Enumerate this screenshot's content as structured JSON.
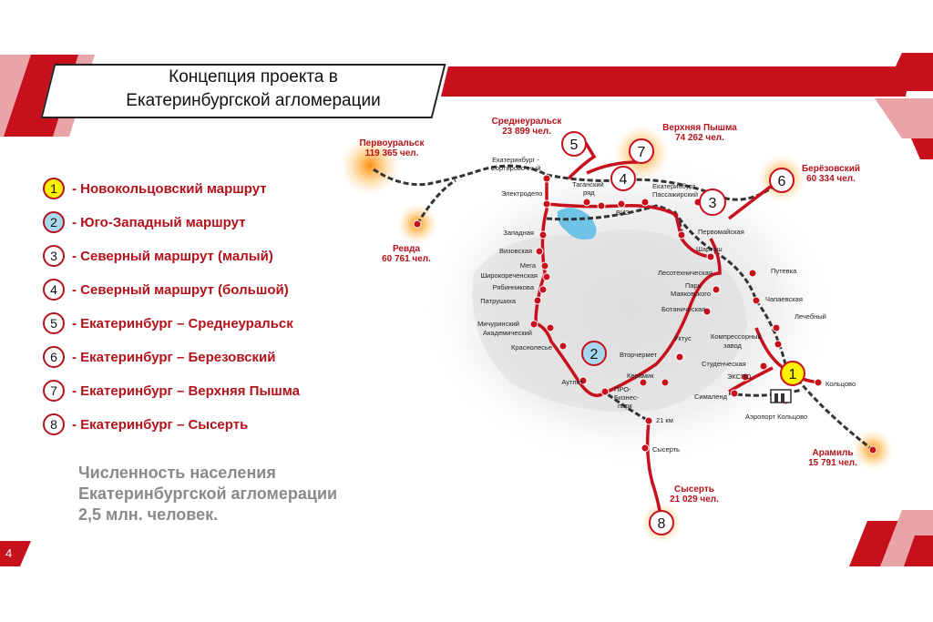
{
  "title": {
    "line1": "Концепция проекта в",
    "line2": "Екатеринбургской агломерации"
  },
  "colors": {
    "brand_red": "#c8101d",
    "label_red": "#b3121b",
    "route_dark": "#333333",
    "glow": "#ff9a1f",
    "yellow_badge": "#fff200",
    "blue_badge": "#a7d8f0"
  },
  "legend": [
    {
      "num": "1",
      "label": "- Новокольцовский маршрут",
      "badge_color": "#fff200"
    },
    {
      "num": "2",
      "label": "- Юго-Западный маршрут",
      "badge_color": "#a7d8f0"
    },
    {
      "num": "3",
      "label": "- Северный маршрут (малый)",
      "badge_color": "#ffffff"
    },
    {
      "num": "4",
      "label": "- Северный маршрут (большой)",
      "badge_color": "#ffffff"
    },
    {
      "num": "5",
      "label": "- Екатеринбург – Среднеуральск",
      "badge_color": "#ffffff"
    },
    {
      "num": "6",
      "label": "- Екатеринбург – Березовский",
      "badge_color": "#ffffff"
    },
    {
      "num": "7",
      "label": "- Екатеринбург – Верхняя Пышма",
      "badge_color": "#ffffff"
    },
    {
      "num": "8",
      "label": "- Екатеринбург – Сысерть",
      "badge_color": "#ffffff"
    }
  ],
  "population": {
    "line1": "Численность населения",
    "line2": "Екатеринбургской агломерации",
    "line3": "2,5 млн. человек."
  },
  "page_number": "4",
  "towns": {
    "pervouralsk": {
      "name": "Первоуральск",
      "pop": "119 365 чел."
    },
    "revda": {
      "name": "Ревда",
      "pop": "60 761 чел."
    },
    "sredneuralsk": {
      "name": "Среднеуральск",
      "pop": "23 899 чел."
    },
    "vpyshma": {
      "name": "Верхняя Пышма",
      "pop": "74 262 чел."
    },
    "berezovsky": {
      "name": "Берёзовский",
      "pop": "60 334 чел."
    },
    "aramil": {
      "name": "Арамиль",
      "pop": "15 791 чел."
    },
    "sysert": {
      "name": "Сысерть",
      "pop": "21 029 чел."
    }
  },
  "stations": {
    "sortirovochny_1": "Екатеринбург -",
    "sortirovochny_2": "Сортировочный",
    "elektrodepo": "Электродепо",
    "tagansky_1": "Таганский",
    "tagansky_2": "ряд",
    "ekb_pass_1": "Екатеринбург",
    "ekb_pass_2": "Пассажирский",
    "viz": "ВИЗ",
    "zapadnaya": "Западная",
    "vizovskaya": "Визовская",
    "mega": "Мега",
    "shirokorechenskaya": "Широкореченская",
    "ryabinnikova": "Рябинникова",
    "patrushiha": "Патрушиха",
    "michurinsky": "Мичуринский",
    "akademichesky": "Академический",
    "krasnolesye": "Краснолесье",
    "autlet": "Аутлет",
    "keramik": "Керамик",
    "pro_biznes_1": "ПРО-",
    "pro_biznes_2": "Бизнес-",
    "pro_biznes_3": "парк",
    "vtorchermet": "Вторчермет",
    "uktus": "Уктус",
    "botanicheskaya": "Ботаническая",
    "park_1": "Парк",
    "park_2": "Маяковского",
    "lesotehnicheskaya": "Лесотехническая",
    "shartash": "Шарташ",
    "pervomayskaya": "Первомайская",
    "putevka": "Путевка",
    "chapaevskaya": "Чапаевская",
    "lechebny": "Лечебный",
    "kompressorny_1": "Компрессорный",
    "kompressorny_2": "завод",
    "studencheskaya": "Студенческая",
    "ekspo": "ЭКСПО",
    "simalend": "Сималенд",
    "koltsovo": "Кольцово",
    "airport": "Аэропорт Кольцово",
    "km21": "21 км",
    "sysert_st": "Сысерть"
  },
  "route_markers": {
    "r1": "1",
    "r2": "2",
    "r3": "3",
    "r4": "4",
    "r5": "5",
    "r6": "6",
    "r7": "7",
    "r8": "8"
  }
}
